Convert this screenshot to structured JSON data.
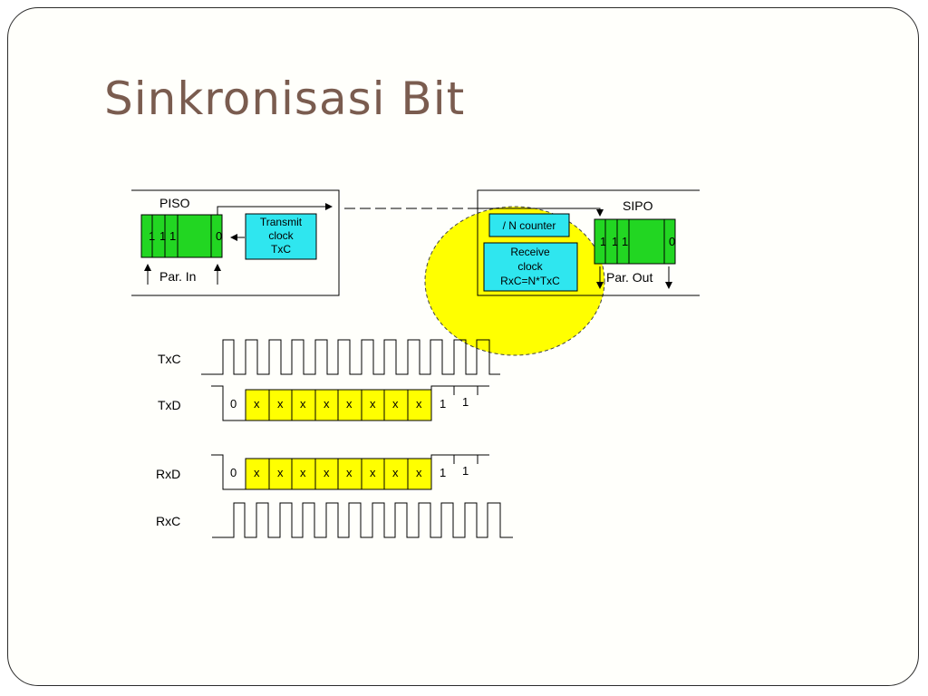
{
  "title": "Sinkronisasi Bit",
  "transmitter": {
    "label": "PISO",
    "register_bits": [
      "1",
      "1",
      "1",
      "0"
    ],
    "clock_box": [
      "Transmit",
      "clock",
      "TxC"
    ],
    "input_label": "Par. In"
  },
  "receiver": {
    "label": "SIPO",
    "register_bits": [
      "1",
      "1",
      "1",
      "0"
    ],
    "counter_box": "/ N counter",
    "clock_box": [
      "Receive",
      "clock",
      "RxC=N*TxC"
    ],
    "output_label": "Par. Out"
  },
  "signals": {
    "txc": "TxC",
    "txd": "TxD",
    "rxd": "RxD",
    "rxc": "RxC"
  },
  "frame_bits": [
    "0",
    "x",
    "x",
    "x",
    "x",
    "x",
    "x",
    "x",
    "x",
    "1",
    "1"
  ],
  "colors": {
    "register": "#22d622",
    "clock_box": "#2fe6ef",
    "data_cell": "#ffff00",
    "highlight": "#ffff00",
    "title": "#7a5c4f"
  }
}
